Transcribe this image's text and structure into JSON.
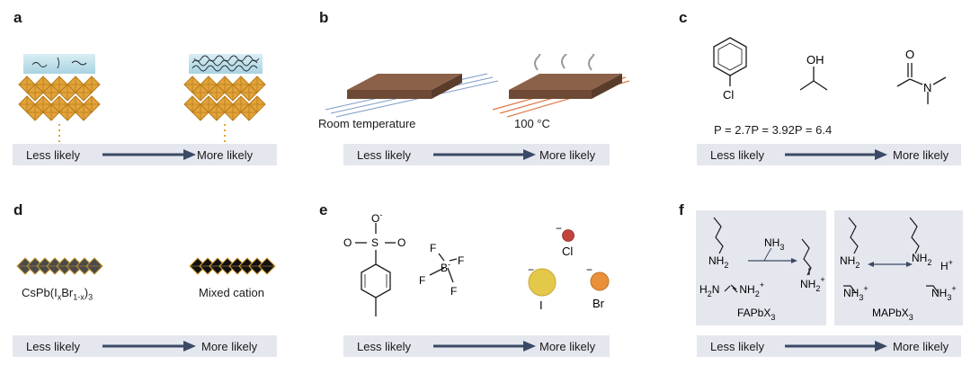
{
  "panels": {
    "a": {
      "letter": "a",
      "left_label": "Less likely",
      "right_label": "More likely"
    },
    "b": {
      "letter": "b",
      "left_label": "Less likely",
      "right_label": "More likely",
      "cond_left": "Room temperature",
      "cond_right": "100 °C"
    },
    "c": {
      "letter": "c",
      "left_label": "Less likely",
      "right_label": "More likely",
      "p_values": "P = 2.7P = 3.92P = 6.4",
      "atoms": {
        "cl": "Cl",
        "oh": "OH",
        "o": "O",
        "n": "N"
      }
    },
    "d": {
      "letter": "d",
      "left_label": "Less likely",
      "right_label": "More likely",
      "left_name": {
        "base": "CsPb(I",
        "sub1": "x",
        "mid": "Br",
        "sub2": "1-x",
        "end": ")",
        "sub3": "3"
      },
      "right_name": "Mixed cation"
    },
    "e": {
      "letter": "e",
      "left_label": "Less likely",
      "right_label": "More likely",
      "atoms": {
        "o": "O",
        "s": "S",
        "b": "B",
        "f": "F",
        "cl": "Cl",
        "i": "I",
        "br": "Br",
        "minus": "−",
        "o_minus": "-",
        "b_minus": "-"
      }
    },
    "f": {
      "letter": "f",
      "left_label": "Less likely",
      "right_label": "More likely",
      "fa_label": {
        "base": "FAPbX",
        "sub": "3"
      },
      "ma_label": {
        "base": "MAPbX",
        "sub": "3"
      },
      "species": {
        "nh2": "NH",
        "nh2_sub": "2",
        "nh3": "NH",
        "nh3_sub": "3",
        "nh2p": "NH",
        "plus": "+",
        "h2n": "H",
        "h2n_sub": "2",
        "h2n_n": "N",
        "hplus": "H"
      }
    }
  },
  "colors": {
    "bar_bg": "#e5e7ee",
    "arrow": "#3a4a66",
    "octa_fill": "#e2a33a",
    "octa_stroke": "#b87d1c",
    "dark_octa": "#3a3a3a",
    "ligand_box": "#bfe0ea",
    "slab": "#8b6249",
    "hot_line": "#e07a4a",
    "cool_line": "#7f9bc7",
    "cl_ball": "#c0443c",
    "i_ball": "#e4c84a",
    "br_ball": "#e8913a"
  }
}
